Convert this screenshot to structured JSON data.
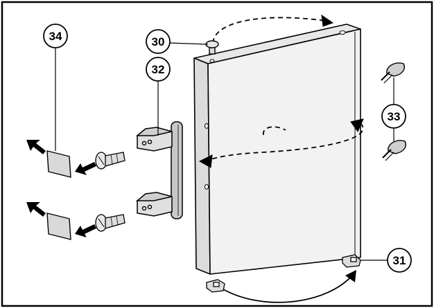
{
  "diagram": {
    "callouts": [
      {
        "id": "34",
        "label": "34"
      },
      {
        "id": "30",
        "label": "30"
      },
      {
        "id": "32",
        "label": "32"
      },
      {
        "id": "33",
        "label": "33"
      },
      {
        "id": "31",
        "label": "31"
      }
    ]
  },
  "colors": {
    "ink": "#000000",
    "door_front": "#f2f2f2",
    "door_side": "#dcdcdc",
    "door_top": "#e8e8e8",
    "cover": "#d9d9d9",
    "handle": "#c8c8c8",
    "background": "#ffffff"
  }
}
